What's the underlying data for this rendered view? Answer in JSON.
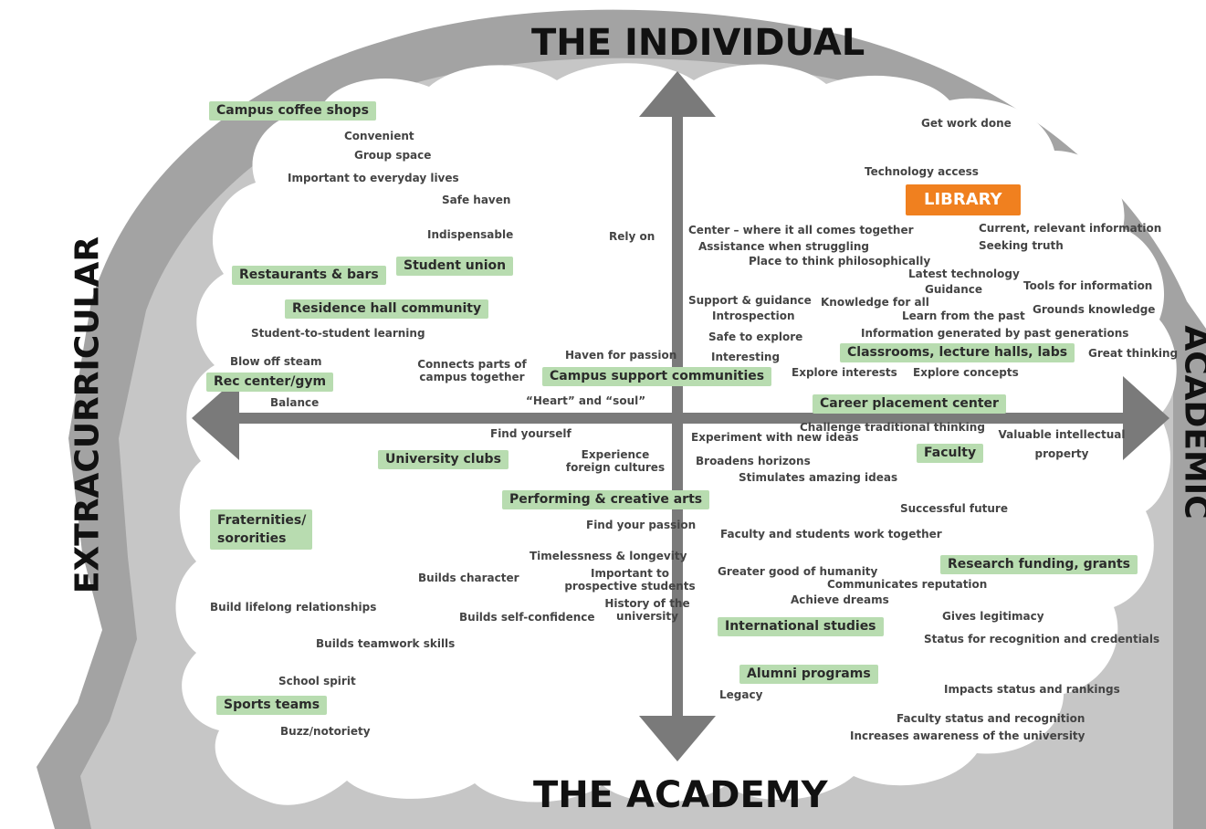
{
  "axes": {
    "top": "THE INDIVIDUAL",
    "bottom": "THE ACADEMY",
    "left": "EXTRACURRICULAR",
    "right": "ACADEMIC"
  },
  "colors": {
    "head_outline": "#a3a3a3",
    "head_fill": "#c4c4c4",
    "brain_fill": "#ffffff",
    "arrow": "#7a7a7a",
    "green_label": "#b8dcb0",
    "library_label": "#f0801f"
  },
  "highlight": {
    "library": "LIBRARY"
  },
  "labels": {
    "coffee": "Campus coffee shops",
    "restaurants": "Restaurants & bars",
    "student_union": "Student union",
    "residence": "Residence hall community",
    "rec": "Rec center/gym",
    "support_comm": "Campus support communities",
    "career": "Career placement center",
    "classrooms": "Classrooms, lecture halls, labs",
    "clubs": "University clubs",
    "faculty": "Faculty",
    "performing": "Performing & creative arts",
    "frat": "Fraternities/ sororities",
    "research": "Research funding, grants",
    "intl": "International studies",
    "alumni": "Alumni programs",
    "sports": "Sports teams"
  },
  "terms": {
    "convenient": "Convenient",
    "group_space": "Group space",
    "important_everyday": "Important to everyday lives",
    "safe_haven": "Safe haven",
    "indispensable": "Indispensable",
    "rely_on": "Rely on",
    "student_learning": "Student-to-student learning",
    "blow_off": "Blow off steam",
    "balance": "Balance",
    "connects_parts": "Connects parts of campus together",
    "haven_passion": "Haven for passion",
    "heart_soul": "“Heart” and “soul”",
    "get_work_done": "Get work done",
    "tech_access": "Technology access",
    "center": "Center – where it all comes together",
    "assistance": "Assistance when struggling",
    "place_think": "Place to think philosophically",
    "current_info": "Current, relevant information",
    "seeking_truth": "Seeking truth",
    "latest_tech": "Latest technology",
    "guidance": "Guidance",
    "tools_info": "Tools for information",
    "support_guidance": "Support & guidance",
    "knowledge_all": "Knowledge for all",
    "introspection": "Introspection",
    "learn_past": "Learn from the past",
    "grounds_knowledge": "Grounds knowledge",
    "safe_explore": "Safe to explore",
    "info_generated": "Information generated by past generations",
    "interesting": "Interesting",
    "great_thinking": "Great thinking",
    "explore_interests": "Explore interests",
    "explore_concepts": "Explore concepts",
    "find_yourself": "Find yourself",
    "experiment": "Experiment with new ideas",
    "challenge": "Challenge traditional thinking",
    "valuable_ip": "Valuable intellectual property",
    "experience_foreign": "Experience foreign cultures",
    "broadens": "Broadens horizons",
    "stimulates": "Stimulates amazing ideas",
    "find_passion": "Find your passion",
    "successful_future": "Successful future",
    "faculty_students": "Faculty and students work together",
    "timelessness": "Timelessness & longevity",
    "builds_character": "Builds character",
    "important_prospective": "Important to prospective students",
    "greater_good": "Greater good of humanity",
    "communicates_rep": "Communicates reputation",
    "achieve_dreams": "Achieve dreams",
    "history": "History of the university",
    "lifelong": "Build lifelong relationships",
    "self_confidence": "Builds self-confidence",
    "gives_legitimacy": "Gives legitimacy",
    "status_recognition": "Status for recognition and credentials",
    "teamwork": "Builds teamwork skills",
    "school_spirit": "School spirit",
    "legacy": "Legacy",
    "impacts_status": "Impacts status and rankings",
    "faculty_status": "Faculty status and recognition",
    "buzz": "Buzz/notoriety",
    "increases_awareness": "Increases awareness of the university"
  }
}
